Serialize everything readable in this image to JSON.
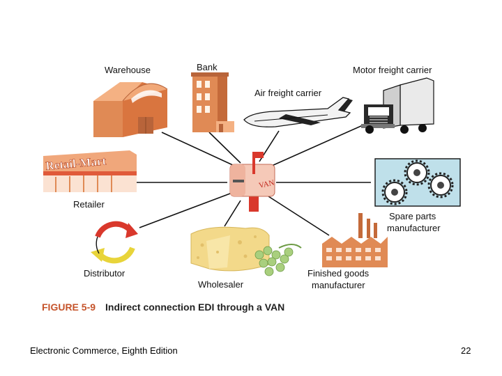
{
  "diagram": {
    "nodes": {
      "warehouse": "Warehouse",
      "bank": "Bank",
      "air_freight": "Air freight carrier",
      "motor_freight": "Motor freight carrier",
      "retail_sign": "Retail-Mart",
      "retailer": "Retailer",
      "spare_parts_line1": "Spare parts",
      "spare_parts_line2": "manufacturer",
      "distributor": "Distributor",
      "wholesaler": "Wholesaler",
      "finished_goods_line1": "Finished goods",
      "finished_goods_line2": "manufacturer",
      "van": "VAN"
    },
    "caption": {
      "figure": "FIGURE 5-9",
      "text": "Indirect connection EDI through a VAN"
    }
  },
  "footer": {
    "book": "Electronic Commerce, Eighth Edition",
    "page": "22"
  },
  "colors": {
    "building": "#e08a55",
    "building_dark": "#b8643a",
    "mailbox_red": "#d9382c",
    "cheese": "#f3d98a",
    "grapes": "#a9cf7e",
    "gears_panel": "#bfe0ea"
  }
}
